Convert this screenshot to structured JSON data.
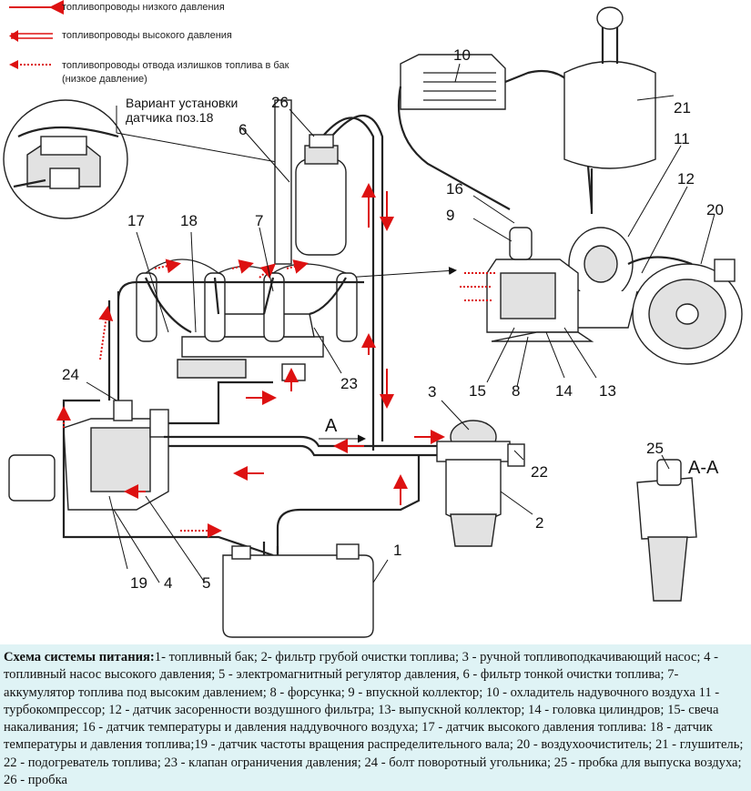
{
  "legend": [
    {
      "text": "топливопроводы низкого давления"
    },
    {
      "text": "топливопроводы высокого давления"
    },
    {
      "text_line1": "топливопроводы отвода излишков топлива в бак",
      "text_line2": "(низкое давление)"
    }
  ],
  "inset_label": {
    "line1": "Вариант установки",
    "line2": "датчика поз.18"
  },
  "section": {
    "marker": "А",
    "view_title": "А-А"
  },
  "callouts": [
    "1",
    "2",
    "3",
    "4",
    "5",
    "6",
    "7",
    "8",
    "9",
    "10",
    "11",
    "12",
    "13",
    "14",
    "15",
    "16",
    "17",
    "18",
    "19",
    "20",
    "21",
    "22",
    "23",
    "24",
    "25",
    "26"
  ],
  "caption": {
    "title": "Схема системы питания:",
    "text": "1- топливный бак; 2- фильтр грубой очистки топлива; 3 - ручной топливоподкачивающий насос; 4 - топливный насос высокого давления; 5 - электромагнитный регулятор давления, 6 - фильтр тонкой очистки топлива; 7- аккумулятор топлива под высоким давлением; 8 - форсунка; 9 - впускной коллектор; 10 - охладитель надувочного воздуха 11 - турбокомпрессор; 12 - датчик засоренности воздушного фильтра; 13- выпускной коллектор; 14 - головка цилиндров; 15- свеча накаливания; 16 - датчик температуры и давления наддувочного воздуха; 17 - датчик высокого давления топлива: 18 - датчик температуры и давления топлива;19 - датчик частоты вращения распределительного вала; 20 - воздухоочиститель; 21 - глушитель; 22 - подогреватель топлива; 23 - клапан ограничения давления; 24 - болт поворотный угольника; 25 - пробка для выпуска воздуха; 26 - пробка"
  },
  "colors": {
    "flow_arrow": "#d11111",
    "caption_bg": "#dff3f5",
    "line": "#222222"
  }
}
